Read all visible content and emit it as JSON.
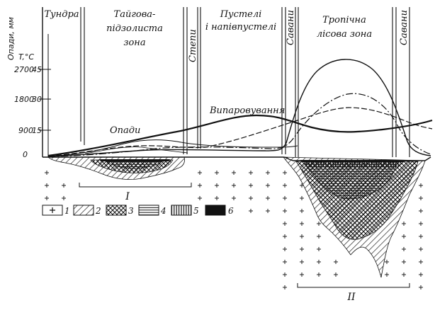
{
  "y_axis": {
    "precip_label": "Опади, мм",
    "temp_label": "T,°C",
    "ticks": [
      {
        "precip": "2700",
        "temp": "45"
      },
      {
        "precip": "1800",
        "temp": "30"
      },
      {
        "precip": "900",
        "temp": "15"
      },
      {
        "precip": "0",
        "temp": ""
      }
    ]
  },
  "zones": {
    "tundra": "Тундра",
    "taiga_line1": "Тайгова-",
    "taiga_line2": "підзолиста",
    "taiga_line3": "зона",
    "steppe": "Степи",
    "desert_line1": "Пустелі",
    "desert_line2": "і напівпустелі",
    "savanna_left": "Савани",
    "tropical_line1": "Тропічна",
    "tropical_line2": "лісова зона",
    "savanna_right": "Савани"
  },
  "curves": {
    "evaporation": "Випаровування",
    "precipitation": "Опади"
  },
  "groups": {
    "group_1": "I",
    "group_2": "II"
  },
  "legend": [
    "1",
    "2",
    "3",
    "4",
    "5",
    "6"
  ]
}
